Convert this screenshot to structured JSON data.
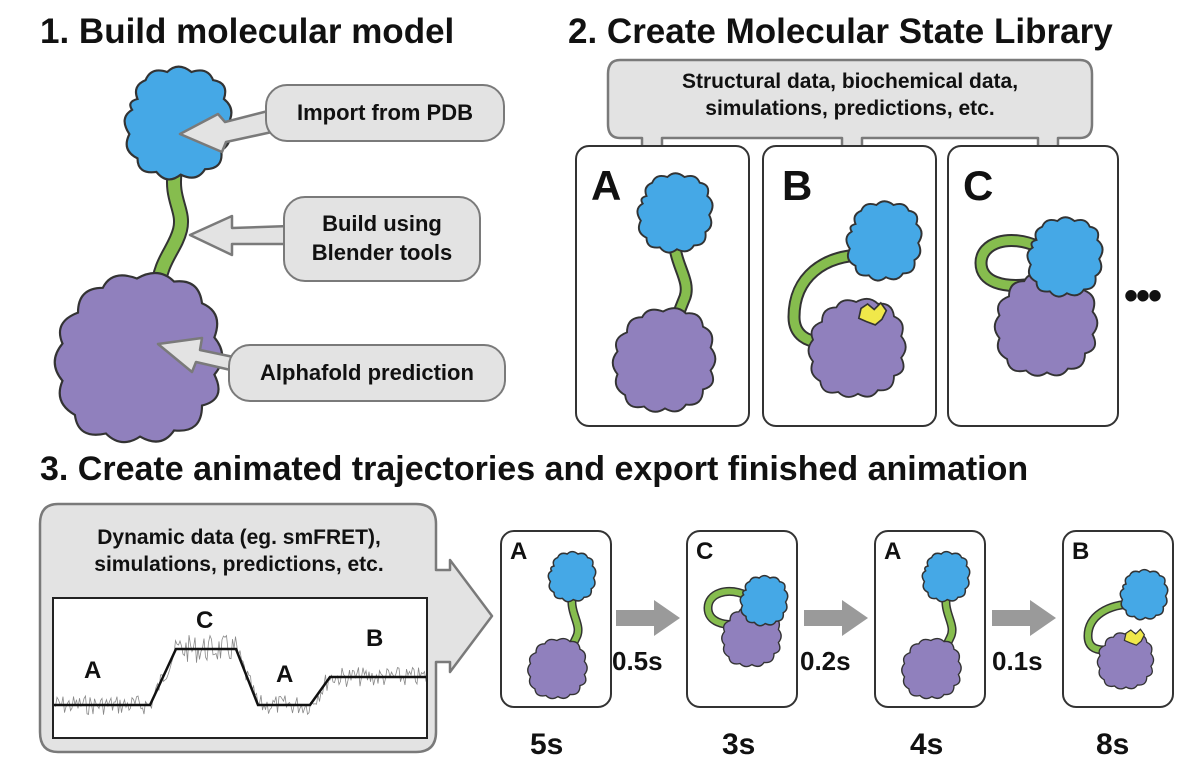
{
  "section1": {
    "title": "1. Build molecular model",
    "callouts": {
      "pdb": "Import from PDB",
      "blender_line1": "Build using",
      "blender_line2": "Blender tools",
      "alphafold": "Alphafold prediction"
    }
  },
  "section2": {
    "title": "2. Create Molecular State Library",
    "source_line1": "Structural data, biochemical data,",
    "source_line2": "simulations, predictions, etc.",
    "states": [
      "A",
      "B",
      "C"
    ],
    "more": "•••"
  },
  "section3": {
    "title": "3. Create animated trajectories and export finished animation",
    "source_line1": "Dynamic data (eg. smFRET),",
    "source_line2": "simulations, predictions, etc.",
    "trace_labels": [
      "A",
      "C",
      "A",
      "B"
    ],
    "frames": [
      {
        "state": "A",
        "dwell": "5s"
      },
      {
        "state": "C",
        "dwell": "3s"
      },
      {
        "state": "A",
        "dwell": "4s"
      },
      {
        "state": "B",
        "dwell": "8s"
      }
    ],
    "transitions": [
      "0.5s",
      "0.2s",
      "0.1s"
    ]
  },
  "colors": {
    "blue_domain": "#45a8e6",
    "purple_domain": "#9080bd",
    "linker": "#86bd4e",
    "ligand": "#f0e84a",
    "callout_fill": "#e3e3e3",
    "arrow_gray": "#9a9a9a"
  }
}
